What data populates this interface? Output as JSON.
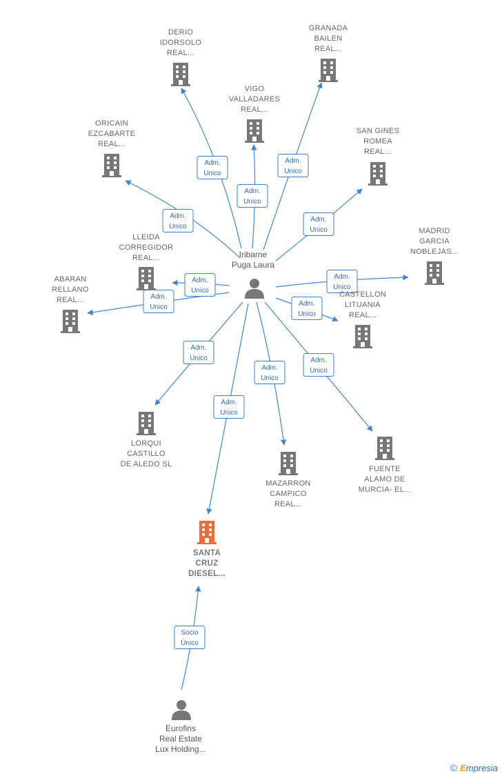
{
  "colors": {
    "edge": "#3d85d6",
    "building": "#777777",
    "main_building": "#f26a35",
    "person": "#777777"
  },
  "center_person": {
    "name_lines": [
      "Iribarne",
      "Puga Laura"
    ],
    "icon": "person-icon"
  },
  "owner_person": {
    "name_lines": [
      "Eurofins",
      "Real Estate",
      "Lux Holding..."
    ],
    "icon": "person-icon"
  },
  "main_company": {
    "name_lines": [
      "SANTA",
      "CRUZ",
      "DIESEL..."
    ],
    "icon": "building-icon"
  },
  "owner_relation": [
    "Socio",
    "Único"
  ],
  "companies": [
    {
      "id": "derio",
      "name_lines": [
        "DERIO",
        "IDORSOLO",
        "REAL..."
      ],
      "relation": [
        "Adm.",
        "Unico"
      ]
    },
    {
      "id": "granada",
      "name_lines": [
        "GRANADA",
        "BAILEN",
        "REAL..."
      ],
      "relation": [
        "Adm.",
        "Unico"
      ]
    },
    {
      "id": "vigo",
      "name_lines": [
        "VIGO",
        "VALLADARES",
        "REAL..."
      ],
      "relation": [
        "Adm.",
        "Unico"
      ]
    },
    {
      "id": "oricain",
      "name_lines": [
        "ORICAIN",
        "EZCABARTE",
        "REAL..."
      ],
      "relation": [
        "Adm.",
        "Unico"
      ]
    },
    {
      "id": "sangines",
      "name_lines": [
        "SAN GINES",
        "ROMEA",
        "REAL..."
      ],
      "relation": [
        "Adm.",
        "Unico"
      ]
    },
    {
      "id": "madrid",
      "name_lines": [
        "MADRID",
        "GARCIA",
        "NOBLEJAS..."
      ],
      "relation": [
        "Adm.",
        "Unico"
      ]
    },
    {
      "id": "lleida",
      "name_lines": [
        "LLEIDA",
        "CORREGIDOR",
        "REAL..."
      ],
      "relation": [
        "Adm.",
        "Unico"
      ]
    },
    {
      "id": "abaran",
      "name_lines": [
        "ABARAN",
        "RELLANO",
        "REAL..."
      ],
      "relation": [
        "Adm.",
        "Unico"
      ]
    },
    {
      "id": "castellon",
      "name_lines": [
        "CASTELLON",
        "LITUANIA",
        "REAL..."
      ],
      "relation": [
        "Adm.",
        "Unico"
      ]
    },
    {
      "id": "lorqui",
      "name_lines": [
        "LORQUI",
        "CASTILLO",
        "DE ALEDO  SL"
      ],
      "relation": [
        "Adm.",
        "Unico"
      ]
    },
    {
      "id": "mazarron",
      "name_lines": [
        "MAZARRON",
        "CAMPICO",
        "REAL..."
      ],
      "relation": [
        "Adm.",
        "Unico"
      ]
    },
    {
      "id": "fuente",
      "name_lines": [
        "FUENTE",
        "ALAMO DE",
        "MURCIA- EL..."
      ],
      "relation": [
        "Adm.",
        "Unico"
      ]
    },
    {
      "id": "santacruz",
      "relation": [
        "Adm.",
        "Unico"
      ]
    }
  ],
  "footer": {
    "copyright": "©",
    "brand_first": "E",
    "brand_rest": "mpresia"
  }
}
